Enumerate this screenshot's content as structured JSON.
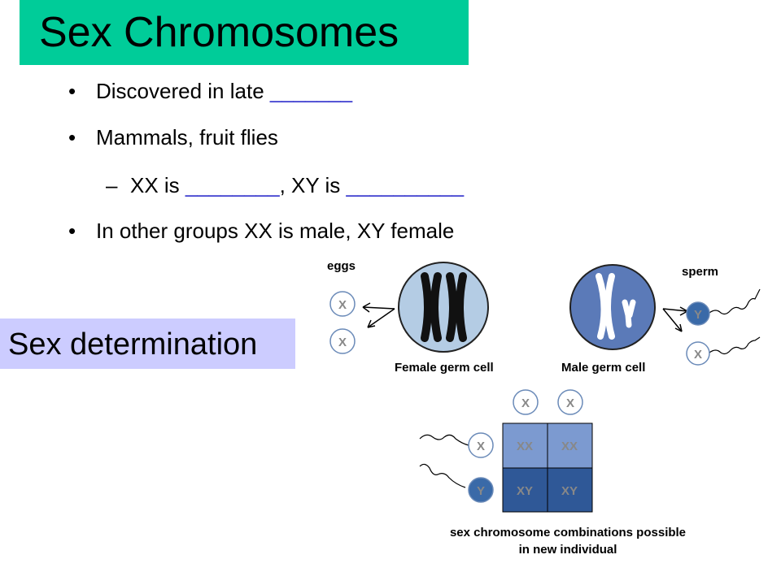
{
  "slide": {
    "title": "Sex Chromosomes",
    "bullets": [
      {
        "text": "Discovered in late ",
        "blank": "_______"
      },
      {
        "text": "Mammals, fruit flies"
      },
      {
        "sub": true,
        "prefix": "XX is ",
        "blank1": "________",
        "middle": ", XY is ",
        "blank2": "__________"
      },
      {
        "text": "In other groups XX is male, XY female"
      }
    ],
    "bullet_symbol": "•",
    "dash_symbol": "–",
    "side_label": "Sex determination",
    "colors": {
      "title_bg": "#00cc99",
      "side_bg": "#ccccff",
      "blank": "#3333cc"
    }
  },
  "diagram": {
    "eggs_label": "eggs",
    "sperm_label": "sperm",
    "female_cell_label": "Female germ cell",
    "male_cell_label": "Male germ cell",
    "egg_chromosomes": [
      "X",
      "X"
    ],
    "sperm_chromosomes": [
      "Y",
      "X"
    ],
    "grid_col_heads": [
      "X",
      "X"
    ],
    "grid_row_heads": [
      "X",
      "Y"
    ],
    "grid_cells": [
      [
        "XX",
        "XX"
      ],
      [
        "XY",
        "XY"
      ]
    ],
    "caption_line1": "sex chromosome combinations possible",
    "caption_line2": "in new individual",
    "colors": {
      "female_cell": "#b4cce4",
      "male_cell": "#5b7ab8",
      "chromosome_dark": "#111111",
      "chromosome_light": "#ffffff",
      "xx_cell": "#7c9ad0",
      "xy_cell": "#2f5897",
      "circle_fill": "#ffffff",
      "circle_y_fill": "#3a6aa8",
      "letter_color": "#888888"
    }
  }
}
